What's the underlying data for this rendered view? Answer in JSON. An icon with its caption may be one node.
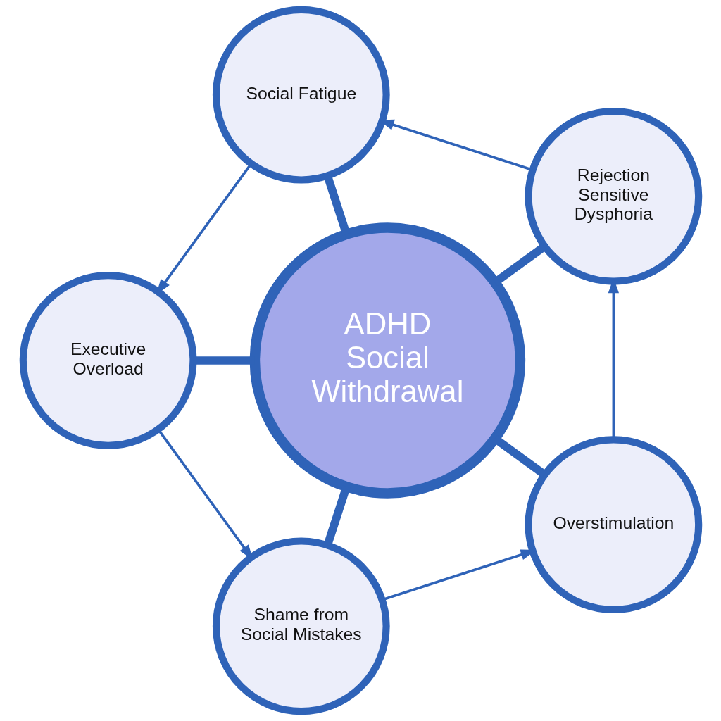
{
  "diagram": {
    "nodes": [
      {
        "text": [
          "ADHD Social Withdrawal"
        ]
      },
      {
        "text": [
          "Rejection Sensitive Dysphoria"
        ]
      },
      {
        "text": [
          "Social Fatigue"
        ]
      },
      {
        "text": [
          "Executive Overload"
        ]
      },
      {
        "text": [
          "Shame from Social Mistakes"
        ]
      },
      {
        "text": [
          "Overstimulation"
        ]
      }
    ],
    "edges": [
      {
        "from": 0,
        "to": 1,
        "arrow": "none",
        "style": "thick"
      },
      {
        "from": 0,
        "to": 2,
        "arrow": "none",
        "style": "thick"
      },
      {
        "from": 0,
        "to": 3,
        "arrow": "none",
        "style": "thick"
      },
      {
        "from": 0,
        "to": 4,
        "arrow": "none",
        "style": "thick"
      },
      {
        "from": 0,
        "to": 5,
        "arrow": "none",
        "style": "thick"
      },
      {
        "from": 1,
        "to": 2,
        "arrow": "to"
      },
      {
        "from": 2,
        "to": 3,
        "arrow": "to"
      },
      {
        "from": 3,
        "to": 4,
        "arrow": "to"
      },
      {
        "from": 4,
        "to": 5,
        "arrow": "to"
      },
      {
        "from": 5,
        "to": 1,
        "arrow": "to"
      }
    ]
  }
}
